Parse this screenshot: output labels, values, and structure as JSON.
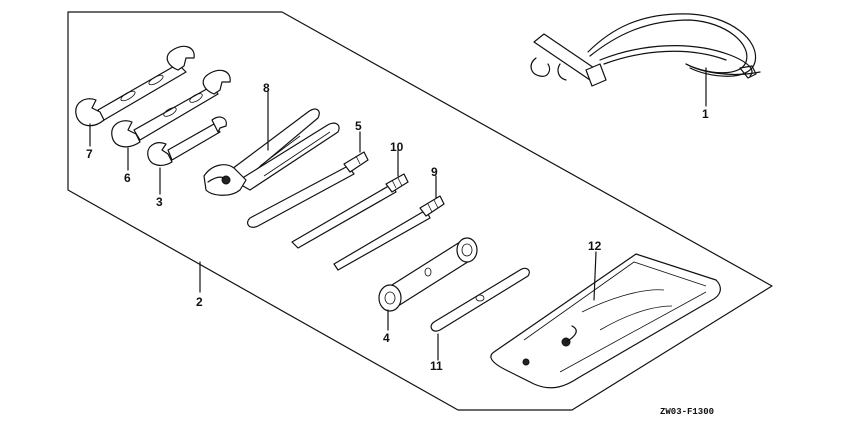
{
  "labels": {
    "p1": "1",
    "p2": "2",
    "p3": "3",
    "p4": "4",
    "p5": "5",
    "p6": "6",
    "p7": "7",
    "p8": "8",
    "p9": "9",
    "p10": "10",
    "p11": "11",
    "p12": "12"
  },
  "diagram_code": "ZW03-F1300"
}
